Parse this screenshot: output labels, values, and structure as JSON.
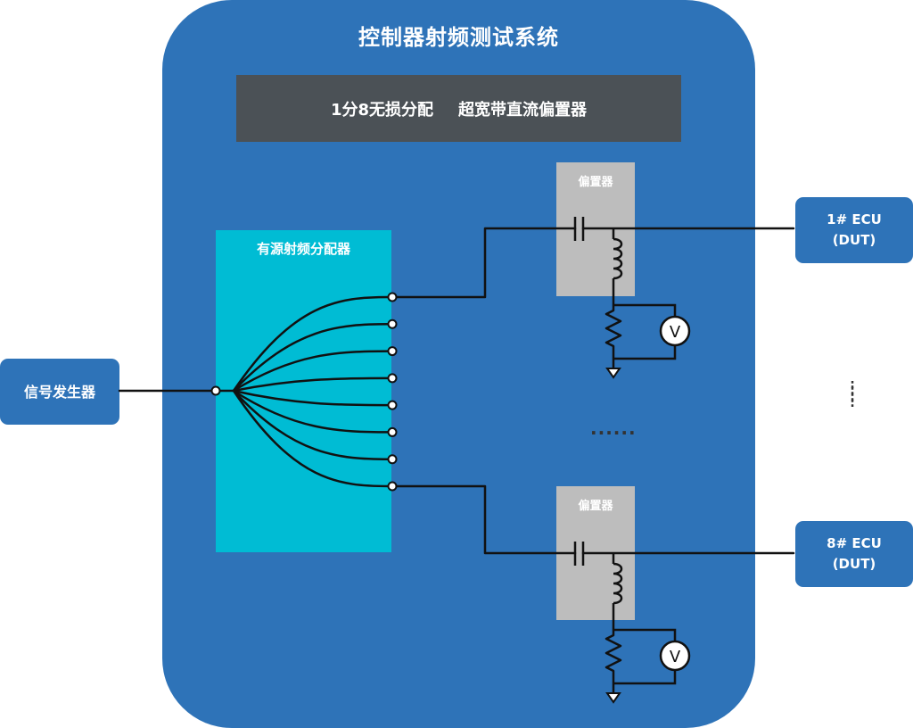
{
  "system": {
    "title": "控制器射频测试系统",
    "header_left": "1分8无损分配",
    "header_right": "超宽带直流偏置器"
  },
  "splitter": {
    "label": "有源射频分配器",
    "outputs": 8
  },
  "signal_generator": {
    "label": "信号发生器"
  },
  "bias_tees": [
    {
      "label": "偏置器"
    },
    {
      "label": "偏置器"
    }
  ],
  "voltmeter_symbol": "V",
  "ecus": [
    {
      "line1": "1# ECU",
      "line2": "(DUT)"
    },
    {
      "line1": "8# ECU",
      "line2": "(DUT)"
    }
  ],
  "ellipsis_horizontal": "......",
  "ellipsis_vertical": ":",
  "colors": {
    "system_blue": "#2e73b8",
    "header_gray": "#4b5156",
    "splitter_cyan": "#00bcd4",
    "bias_gray": "#bdbdbd"
  }
}
